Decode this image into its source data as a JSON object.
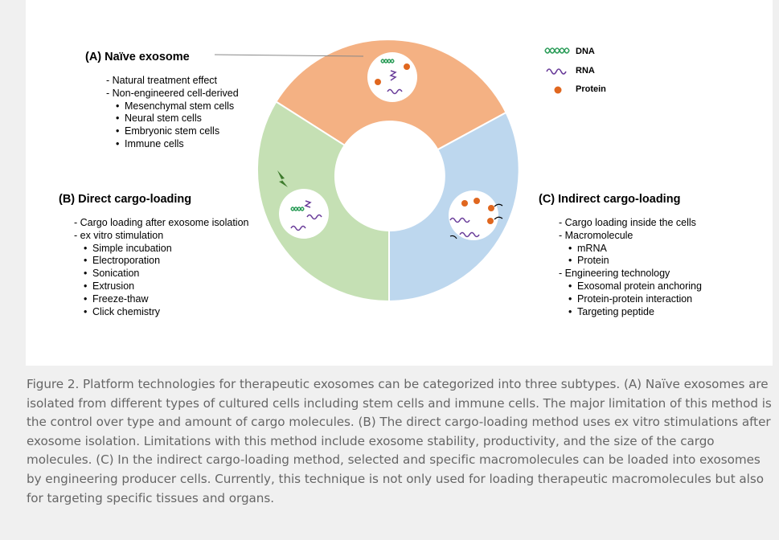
{
  "panel_a": {
    "title": "(A) Naïve exosome",
    "items": [
      {
        "text": "- Natural treatment effect",
        "sub": false
      },
      {
        "text": "- Non-engineered cell-derived",
        "sub": false
      },
      {
        "text": "Mesenchymal stem cells",
        "sub": true
      },
      {
        "text": "Neural stem cells",
        "sub": true
      },
      {
        "text": "Embryonic stem cells",
        "sub": true
      },
      {
        "text": "Immune cells",
        "sub": true
      }
    ]
  },
  "panel_b": {
    "title": "(B) Direct cargo-loading",
    "items": [
      {
        "text": "- Cargo loading after exosome isolation",
        "sub": false
      },
      {
        "text": "- ex vitro stimulation",
        "sub": false
      },
      {
        "text": "Simple incubation",
        "sub": true
      },
      {
        "text": "Electroporation",
        "sub": true
      },
      {
        "text": "Sonication",
        "sub": true
      },
      {
        "text": "Extrusion",
        "sub": true
      },
      {
        "text": "Freeze-thaw",
        "sub": true
      },
      {
        "text": "Click chemistry",
        "sub": true
      }
    ]
  },
  "panel_c": {
    "title": "(C) Indirect cargo-loading",
    "items": [
      {
        "text": "- Cargo loading inside the cells",
        "sub": false
      },
      {
        "text": "- Macromolecule",
        "sub": false
      },
      {
        "text": "mRNA",
        "sub": true
      },
      {
        "text": "Protein",
        "sub": true
      },
      {
        "text": "- Engineering technology",
        "sub": false
      },
      {
        "text": "Exosomal protein anchoring",
        "sub": true
      },
      {
        "text": "Protein-protein interaction",
        "sub": true
      },
      {
        "text": "Targeting peptide",
        "sub": true
      }
    ]
  },
  "legend": [
    {
      "label": "DNA",
      "icon": "dna-icon",
      "color": "#2e9e5b"
    },
    {
      "label": "RNA",
      "icon": "rna-icon",
      "color": "#6a3d9a"
    },
    {
      "label": "Protein",
      "icon": "protein-icon",
      "color": "#e0671f"
    }
  ],
  "segment_colors": {
    "naive": "#f4b183",
    "direct": "#c5e0b4",
    "indirect": "#bdd7ee"
  },
  "caption": "Figure 2. Platform technologies for therapeutic exosomes can be categorized into three subtypes. (A) Naïve exosomes are isolated from different types of cultured cells including stem cells and immune cells. The major limitation of this method is the control over type and amount of cargo molecules. (B) The direct cargo-loading method uses ex vitro stimulations after exosome isolation. Limitations with this method include exosome stability, productivity, and the size of the cargo molecules. (C) In the indirect cargo-loading method, selected and specific macromolecules can be loaded into exosomes by engineering producer cells. Currently, this technique is not only used for loading therapeutic macromolecules but also for targeting specific tissues and organs."
}
